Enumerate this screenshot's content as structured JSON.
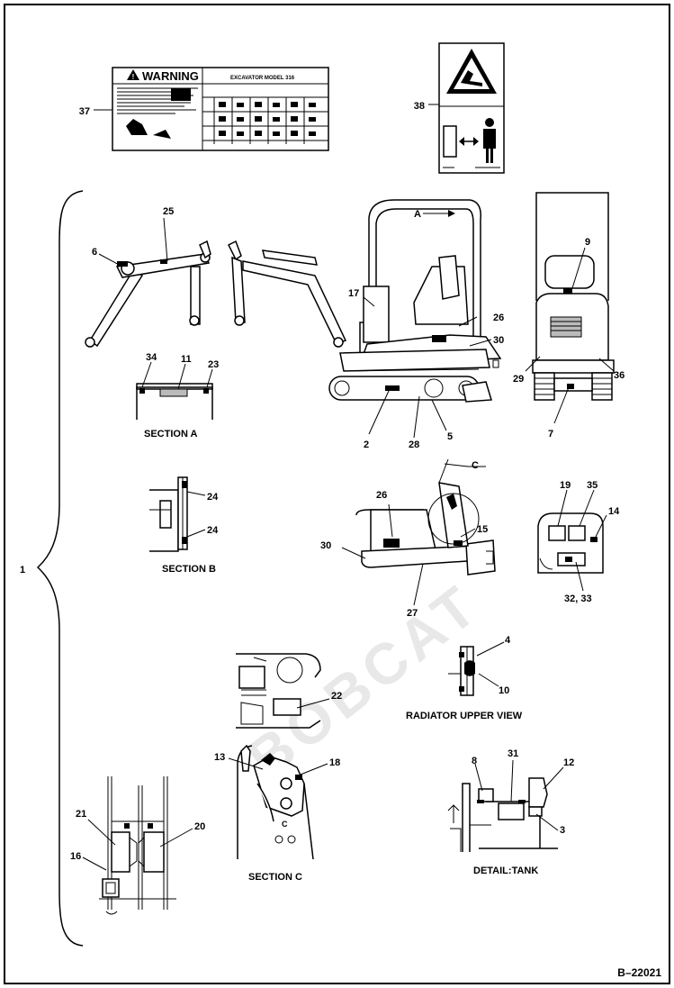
{
  "decal_37": {
    "warning_title": "WARNING",
    "model_title": "EXCAVATOR MODEL 316"
  },
  "callouts": {
    "c1": "1",
    "c2": "2",
    "c3": "3",
    "c4": "4",
    "c5": "5",
    "c6": "6",
    "c7": "7",
    "c8": "8",
    "c9": "9",
    "c10": "10",
    "c11": "11",
    "c12": "12",
    "c13": "13",
    "c14": "14",
    "c15": "15",
    "c16": "16",
    "c17": "17",
    "c18": "18",
    "c19": "19",
    "c20": "20",
    "c21": "21",
    "c22": "22",
    "c23": "23",
    "c24a": "24",
    "c24b": "24",
    "c25": "25",
    "c26a": "26",
    "c26b": "26",
    "c27": "27",
    "c28": "28",
    "c29": "29",
    "c30a": "30",
    "c30b": "30",
    "c31": "31",
    "c32_33": "32, 33",
    "c34": "34",
    "c35": "35",
    "c36": "36",
    "c37": "37",
    "c38": "38",
    "cA": "A",
    "cC": "C"
  },
  "section_titles": {
    "section_a": "SECTION A",
    "section_b": "SECTION B",
    "section_c": "SECTION C",
    "radiator": "RADIATOR UPPER VIEW",
    "tank": "DETAIL:TANK"
  },
  "figure_number": "B–22021",
  "colors": {
    "ink": "#000000",
    "paper": "#ffffff",
    "gray": "#bbbbbb"
  }
}
